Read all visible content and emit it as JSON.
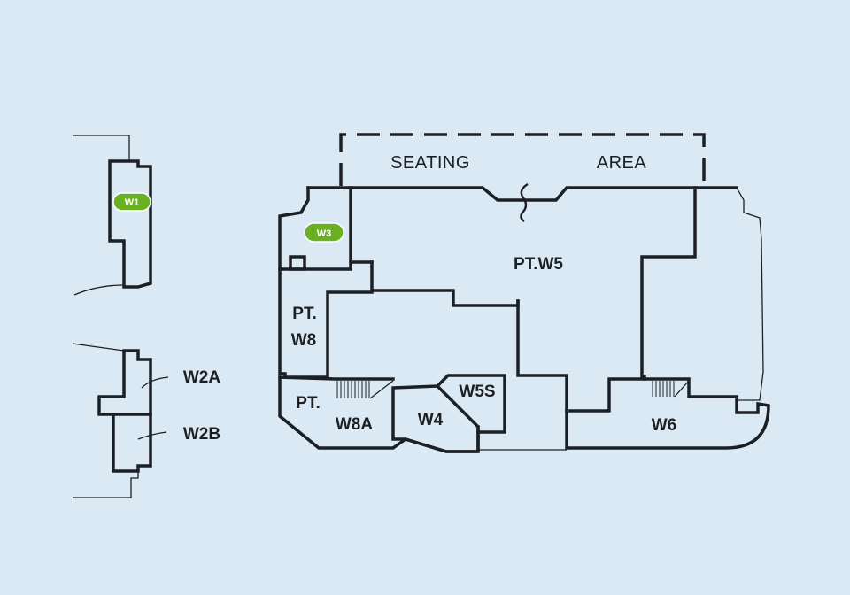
{
  "labels": {
    "seating": "SEATING",
    "area": "AREA",
    "pt_w5": "PT.W5",
    "pt_w8_line1": "PT.",
    "pt_w8_line2": "W8",
    "pt_w8a_line1": "PT.",
    "w8a": "W8A",
    "w4": "W4",
    "w5s": "W5S",
    "w6": "W6",
    "w2a": "W2A",
    "w2b": "W2B"
  },
  "markers": [
    {
      "id": "w1",
      "label": "W1"
    },
    {
      "id": "w3",
      "label": "W3"
    }
  ],
  "colors": {
    "background": "#dbe9f4",
    "walls": "#1c2024",
    "marker": "#6ab023"
  }
}
